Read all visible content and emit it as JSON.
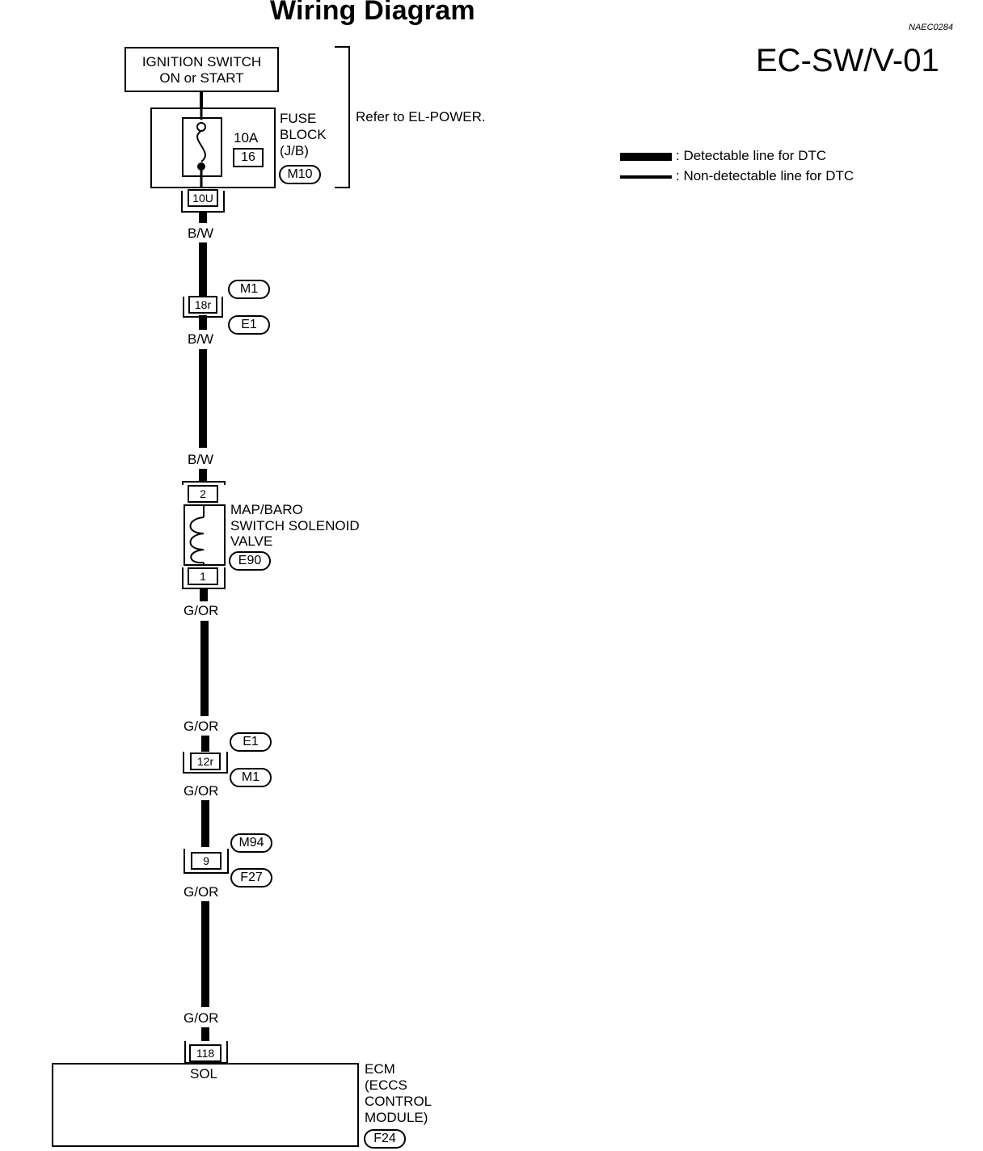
{
  "header": {
    "title": "Wiring Diagram",
    "diagram_code": "NAEC0284",
    "page_id": "EC-SW/V-01"
  },
  "legend": {
    "detectable": ": Detectable line for DTC",
    "non_detectable": ": Non-detectable line for DTC"
  },
  "ignition": {
    "line1": "IGNITION SWITCH",
    "line2": "ON or START"
  },
  "fuse_block": {
    "amperage": "10A",
    "fuse_number": "16",
    "name_line1": "FUSE",
    "name_line2": "BLOCK",
    "name_line3": "(J/B)",
    "connector": "M10",
    "terminal": "10U",
    "reference": "Refer to EL-POWER."
  },
  "wires": {
    "bw_1": "B/W",
    "bw_2": "B/W",
    "bw_3": "B/W",
    "gor_1": "G/OR",
    "gor_2": "G/OR",
    "gor_3": "G/OR",
    "gor_4": "G/OR",
    "gor_5": "G/OR"
  },
  "joint_1": {
    "pin": "18r",
    "connector_top": "M1",
    "connector_bottom": "E1"
  },
  "solenoid": {
    "pin_top": "2",
    "pin_bottom": "1",
    "name_line1": "MAP/BARO",
    "name_line2": "SWITCH SOLENOID",
    "name_line3": "VALVE",
    "connector": "E90"
  },
  "joint_2": {
    "pin": "12r",
    "connector_top": "E1",
    "connector_bottom": "M1"
  },
  "joint_3": {
    "pin": "9",
    "connector_top": "M94",
    "connector_bottom": "F27"
  },
  "ecm": {
    "pin": "118",
    "terminal_name": "SOL",
    "name_line1": "ECM",
    "name_line2": "(ECCS",
    "name_line3": "CONTROL",
    "name_line4": "MODULE)",
    "connector": "F24"
  }
}
